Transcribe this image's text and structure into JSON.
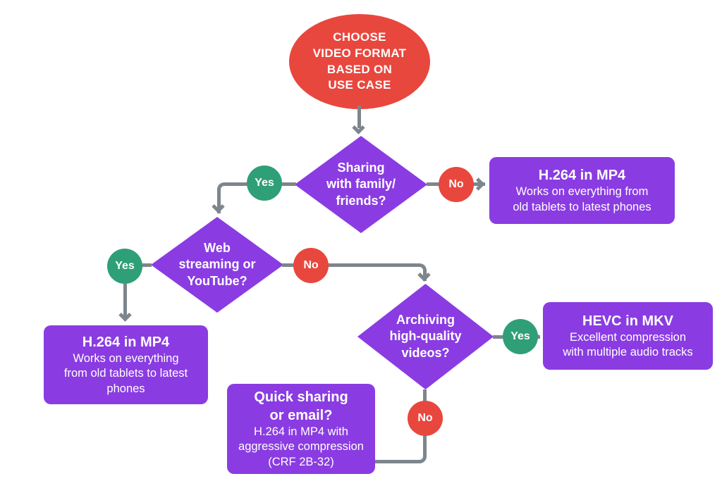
{
  "diagram": {
    "title_node": "CHOOSE\nVIDEO FORMAT\nBASED ON\nUSE CASE",
    "type": "decision-flowchart"
  },
  "colors": {
    "purple": "#8a3ce2",
    "red": "#e8473e",
    "green": "#2f9f78",
    "connector_gray": "#7d868c",
    "text": "#ffffff",
    "background": "#ffffff"
  },
  "decisions": {
    "sharing": {
      "label": "Sharing\nwith family/\nfriends?"
    },
    "streaming": {
      "label": "Web\nstreaming or\nYouTube?"
    },
    "archiving": {
      "label": "Archiving\nhigh-quality\nvideos?"
    }
  },
  "results": {
    "h264_right": {
      "title": "H.264 in MP4",
      "subtitle": "Works on everything from\nold tablets to latest phones"
    },
    "h264_left": {
      "title": "H.264 in MP4",
      "subtitle": "Works on everything\nfrom old tablets to latest\nphones"
    },
    "hevc": {
      "title": "HEVC in MKV",
      "subtitle": "Excellent compression\nwith multiple audio tracks"
    },
    "quick": {
      "title": "Quick sharing\nor email?",
      "subtitle": "H.264 in MP4 with\naggressive compression\n(CRF 2B-32)"
    }
  },
  "edge_labels": {
    "sharing_yes": "Yes",
    "sharing_no": "No",
    "streaming_yes": "Yes",
    "streaming_no": "No",
    "archiving_yes": "Yes",
    "archiving_no": "No"
  }
}
